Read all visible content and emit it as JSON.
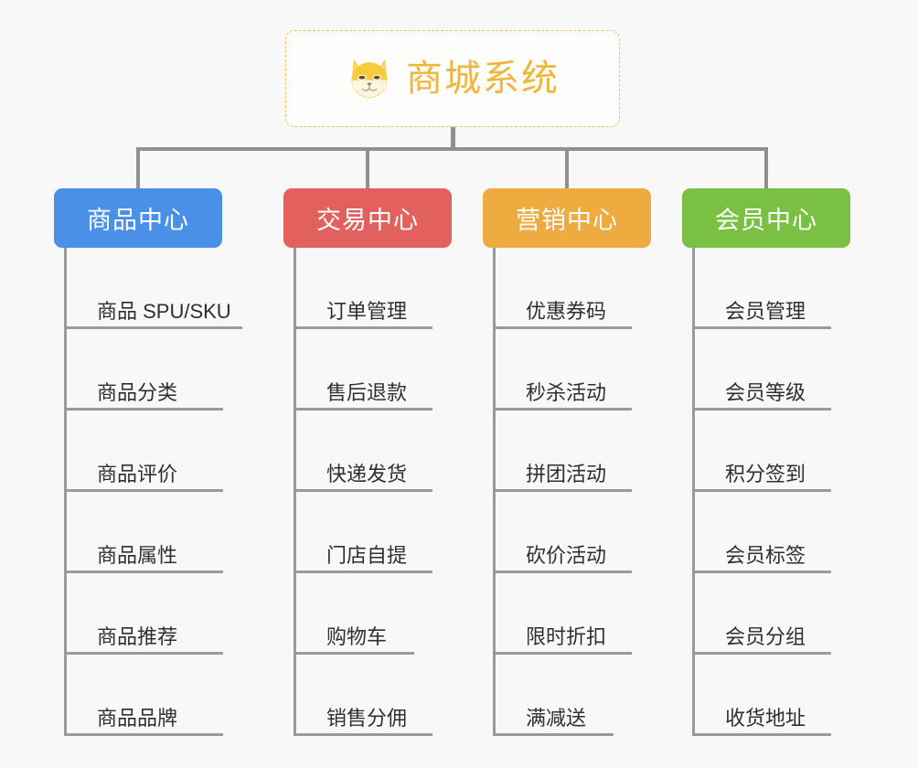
{
  "root": {
    "title": "商城系统",
    "icon": "shiba-dog-face-emoji",
    "text_color": "#f2b53c",
    "border_color": "#f0c060"
  },
  "canvas": {
    "background": "#f8f8f8",
    "connector_color": "#909090",
    "leaf_line_color": "#9a9a9a",
    "leaf_text_color": "#2c3033"
  },
  "branches": [
    {
      "label": "商品中心",
      "color": "#4a90e8",
      "items": [
        "商品 SPU/SKU",
        "商品分类",
        "商品评价",
        "商品属性",
        "商品推荐",
        "商品品牌"
      ]
    },
    {
      "label": "交易中心",
      "color": "#e2605d",
      "items": [
        "订单管理",
        "售后退款",
        "快递发货",
        "门店自提",
        "购物车",
        "销售分佣"
      ]
    },
    {
      "label": "营销中心",
      "color": "#eeab3f",
      "items": [
        "优惠券码",
        "秒杀活动",
        "拼团活动",
        "砍价活动",
        "限时折扣",
        "满减送"
      ]
    },
    {
      "label": "会员中心",
      "color": "#7ac143",
      "items": [
        "会员管理",
        "会员等级",
        "积分签到",
        "会员标签",
        "会员分组",
        "收货地址"
      ]
    }
  ]
}
